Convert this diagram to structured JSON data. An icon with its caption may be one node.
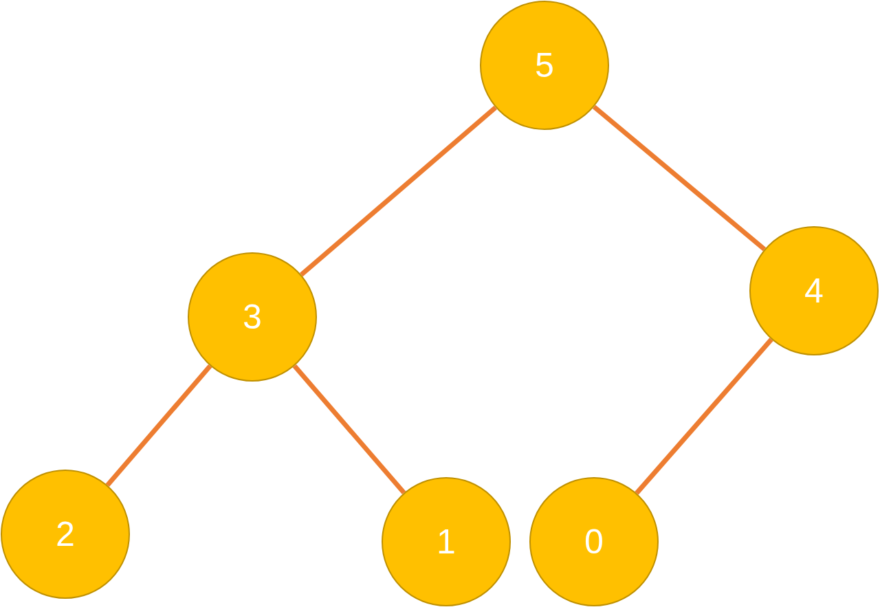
{
  "diagram": {
    "nodes": [
      {
        "text": [
          "5"
        ]
      },
      {
        "text": [
          "3"
        ]
      },
      {
        "text": [
          "4"
        ]
      },
      {
        "text": [
          "2"
        ]
      },
      {
        "text": [
          "1"
        ]
      },
      {
        "text": [
          "0"
        ]
      }
    ],
    "edges": [
      {
        "from": 0,
        "to": 1,
        "arrow": "none"
      },
      {
        "from": 0,
        "to": 2,
        "arrow": "none"
      },
      {
        "from": 1,
        "to": 3,
        "arrow": "none"
      },
      {
        "from": 1,
        "to": 4,
        "arrow": "none"
      },
      {
        "from": 2,
        "to": 5,
        "arrow": "none"
      }
    ]
  }
}
